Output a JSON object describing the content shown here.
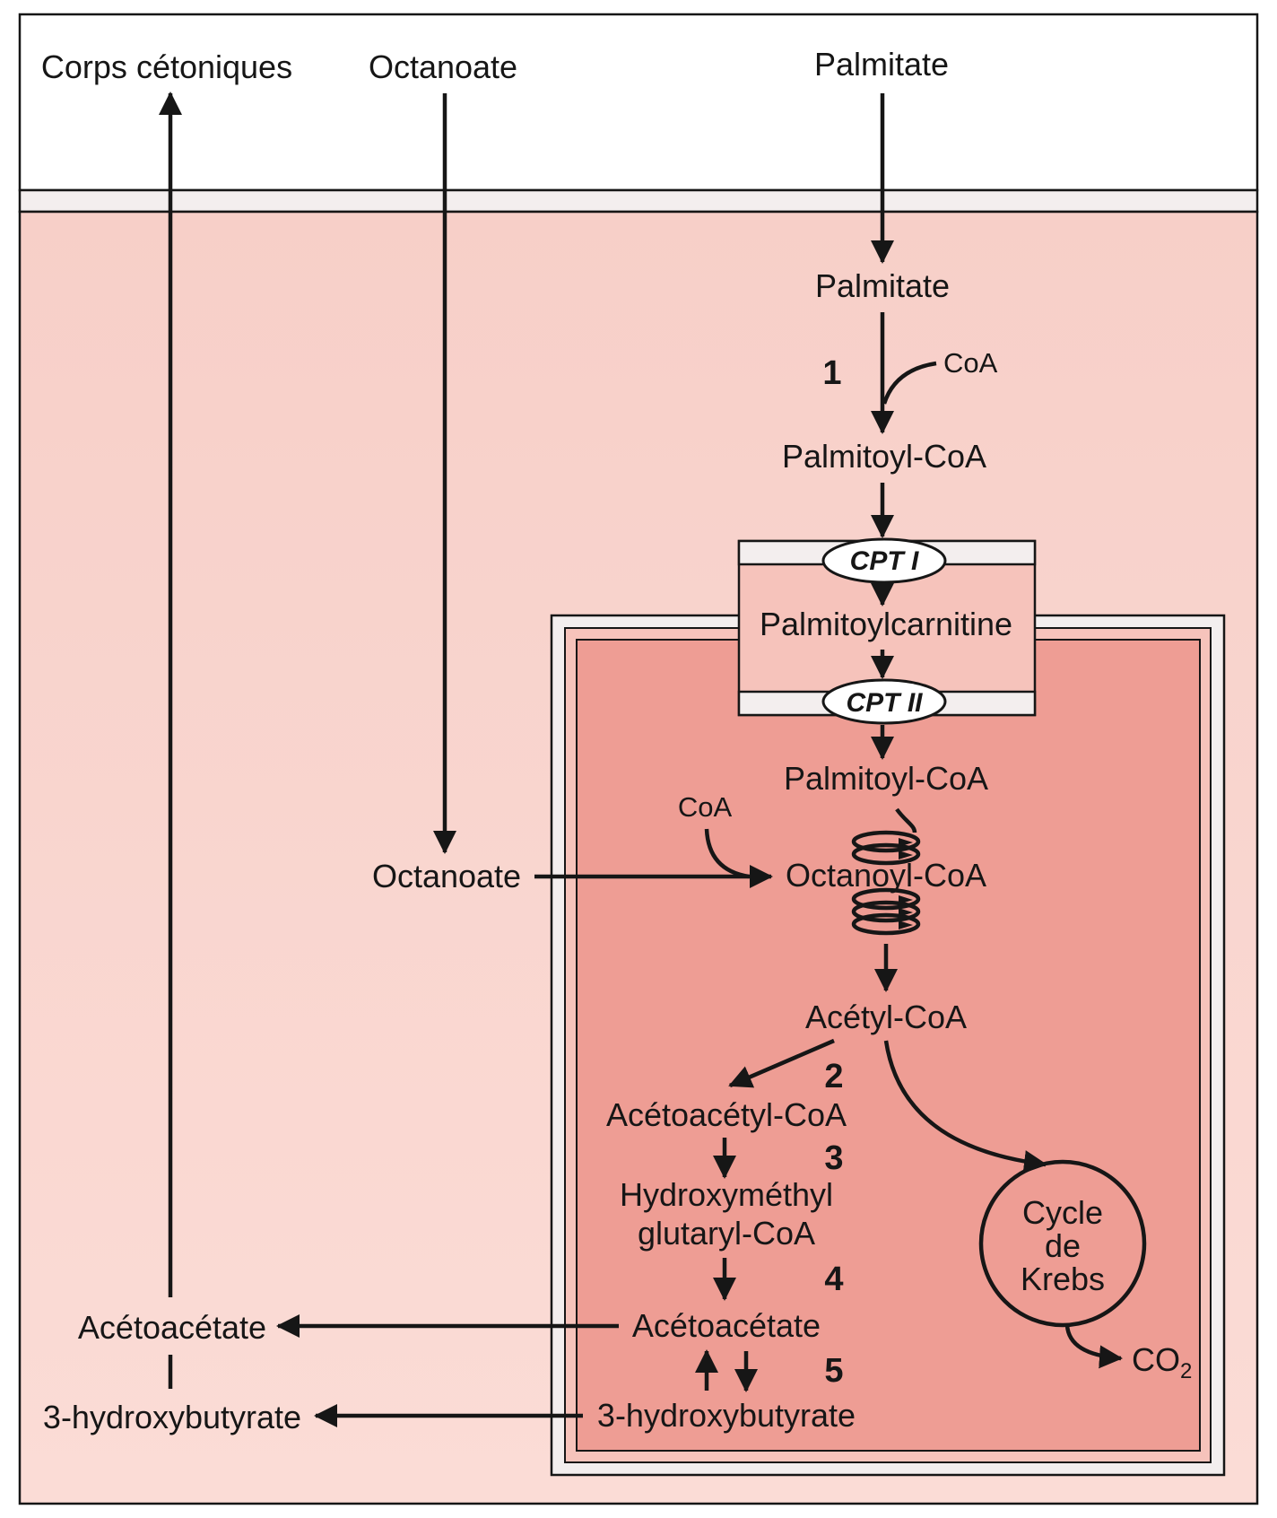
{
  "outside": {
    "ketone_bodies": "Corps cétoniques",
    "octanoate": "Octanoate",
    "palmitate": "Palmitate"
  },
  "cytosol": {
    "palmitate": "Palmitate",
    "coa": "CoA",
    "palmitoyl_coa": "Palmitoyl-CoA",
    "octanoate": "Octanoate",
    "acetoacetate": "Acétoacétate",
    "hydroxybutyrate": "3-hydroxybutyrate"
  },
  "membrane": {
    "cpt1": "CPT I",
    "cpt2": "CPT II",
    "palmitoylcarnitine": "Palmitoylcarnitine"
  },
  "mitochondria": {
    "palmitoyl_coa": "Palmitoyl-CoA",
    "coa": "CoA",
    "octanoyl_coa": "Octanoyl-CoA",
    "acetyl_coa": "Acétyl-CoA",
    "acetoacetyl_coa": "Acétoacétyl-CoA",
    "hmg_line1": "Hydroxyméthyl",
    "hmg_line2": "glutaryl-CoA",
    "acetoacetate": "Acétoacétate",
    "hydroxybutyrate": "3-hydroxybutyrate",
    "krebs_line1": "Cycle",
    "krebs_line2": "de",
    "krebs_line3": "Krebs",
    "co2": "CO",
    "co2_sub": "2"
  },
  "steps": {
    "s1": "1",
    "s2": "2",
    "s3": "3",
    "s4": "4",
    "s5": "5"
  },
  "colors": {
    "cytosol": "#f9d6d0",
    "mitochondria_matrix": "#ee9d94",
    "intermembrane": "#f6c3bb",
    "membrane": "#f2eded",
    "ink": "#161616"
  }
}
